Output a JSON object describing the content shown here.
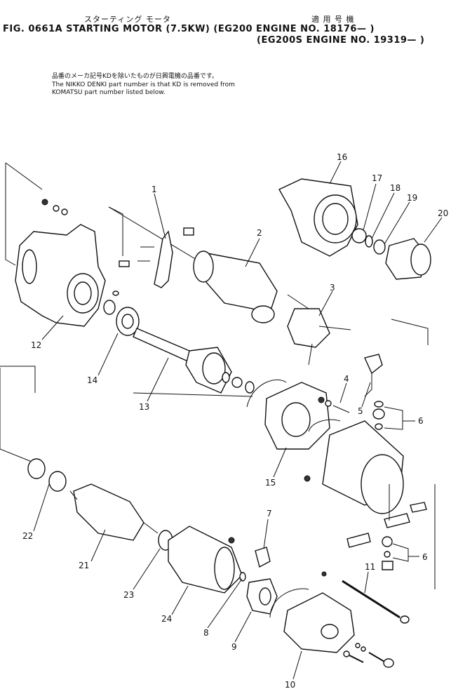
{
  "header": {
    "jp_title": "スターティング モータ",
    "jp_applicable": "適 用 号 機",
    "fig_line": "FIG. 0661A  STARTING  MOTOR  (7.5KW)  (EG200   ENGINE  NO. 18176— )",
    "fig_line2": "(EG200S  ENGINE  NO. 19319— )"
  },
  "note": {
    "jp": "品番のメーカ記号KDを除いたものが日興電機の品番です。",
    "line1": "The NIKKO DENKI part number is that KD is removed from",
    "line2": "KOMATSU part number listed below."
  },
  "callouts": [
    "1",
    "2",
    "3",
    "4",
    "5",
    "6",
    "6",
    "7",
    "8",
    "9",
    "10",
    "11",
    "12",
    "13",
    "14",
    "15",
    "16",
    "17",
    "18",
    "19",
    "20",
    "21",
    "22",
    "23",
    "24"
  ]
}
